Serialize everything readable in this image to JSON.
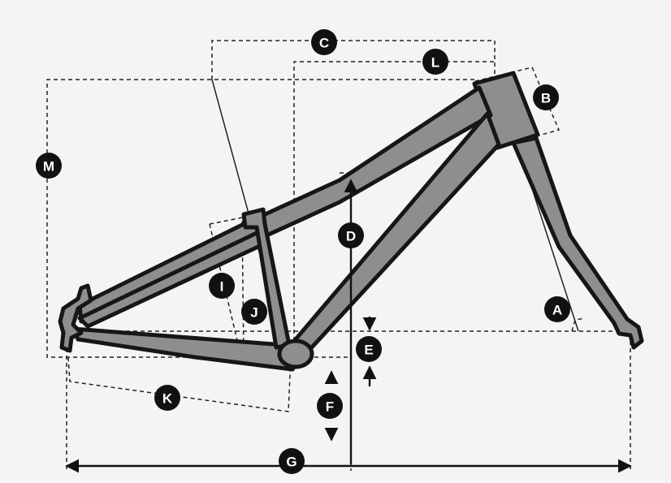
{
  "colors": {
    "background": "#f4f4f4",
    "frame_fill": "#8e8e8e",
    "frame_outline": "#161616",
    "marker_fill": "#111111",
    "marker_text": "#ffffff"
  },
  "markers": {
    "a": "A",
    "b": "B",
    "c": "C",
    "d": "D",
    "e": "E",
    "f": "F",
    "g": "G",
    "i": "I",
    "j": "J",
    "k": "K",
    "l": "L",
    "m": "M"
  }
}
